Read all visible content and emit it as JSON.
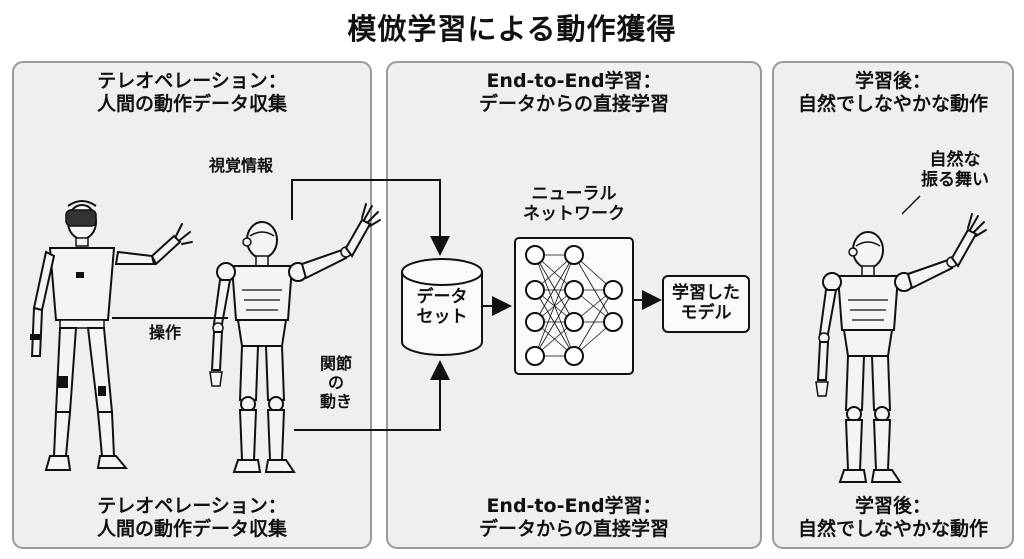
{
  "title": "模倣学習による動作獲得",
  "panels": {
    "teleop": {
      "header_line1": "テレオペレーション：",
      "header_line2": "人間の動作データ収集",
      "footer_line1": "テレオペレーション：",
      "footer_line2": "人間の動作データ収集",
      "visual_info": "視覚情報",
      "operation": "操作",
      "joint_line1": "関節",
      "joint_line2": "の",
      "joint_line3": "動き"
    },
    "e2e": {
      "header_line1": "End-to-End学習：",
      "header_line2": "データからの直接学習",
      "footer_line1": "End-to-End学習：",
      "footer_line2": "データからの直接学習",
      "nn_line1": "ニューラル",
      "nn_line2": "ネットワーク",
      "dataset_line1": "データ",
      "dataset_line2": "セット",
      "model_line1": "学習した",
      "model_line2": "モデル"
    },
    "after": {
      "header_line1": "学習後：",
      "header_line2": "自然でしなやかな動作",
      "footer_line1": "学習後：",
      "footer_line2": "自然でしなやかな動作",
      "natural_line1": "自然な",
      "natural_line2": "振る舞い"
    }
  },
  "colors": {
    "panel_fill": "#efefef",
    "panel_stroke": "#9a9a9a",
    "line": "#111111",
    "figure_fill": "#f4f4f4"
  }
}
